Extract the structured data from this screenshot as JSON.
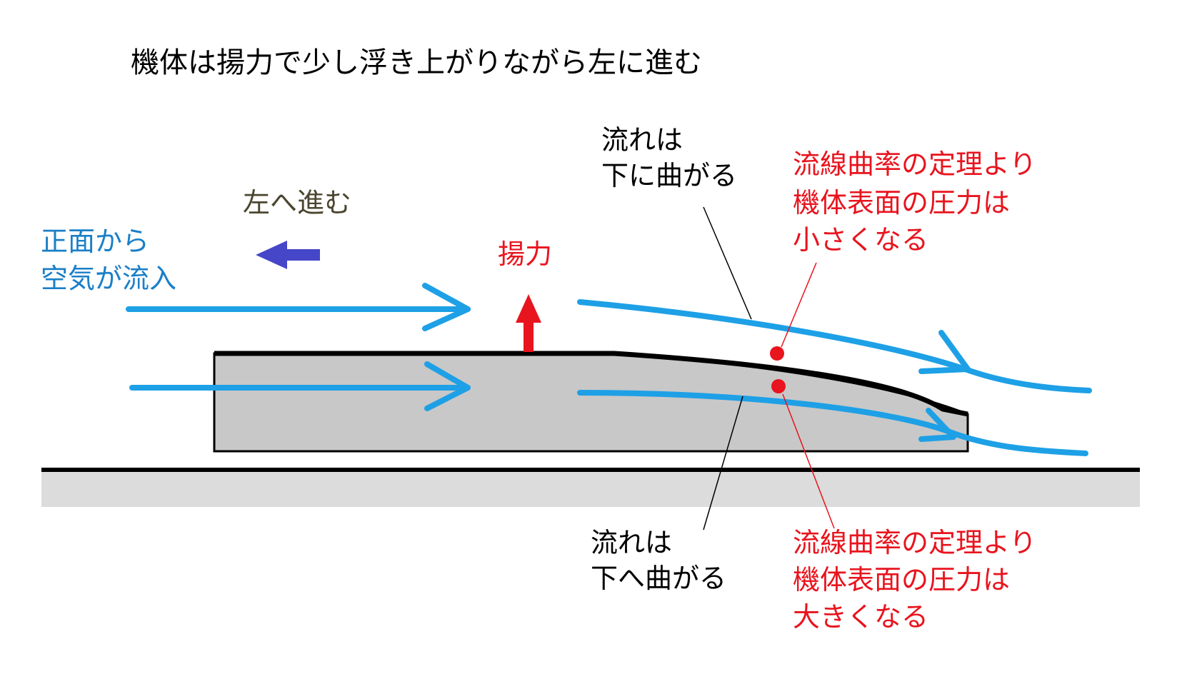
{
  "title": "機体は揚力で少し浮き上がりながら左に進む",
  "labels": {
    "move_left": "左へ進む",
    "inflow_line1": "正面から",
    "inflow_line2": "空気が流入",
    "lift": "揚力",
    "upper_flow_line1": "流れは",
    "upper_flow_line2": "下に曲がる",
    "lower_flow_line1": "流れは",
    "lower_flow_line2": "下へ曲がる",
    "upper_pressure_line1": "流線曲率の定理より",
    "upper_pressure_line2": "機体表面の圧力は",
    "upper_pressure_line3": "小さくなる",
    "lower_pressure_line1": "流線曲率の定理より",
    "lower_pressure_line2": "機体表面の圧力は",
    "lower_pressure_line3": "大きくなる"
  },
  "colors": {
    "flow": "#1ea0e6",
    "lift_arrow": "#e8141e",
    "move_arrow": "#4646c8",
    "body_fill": "#c8c8c8",
    "ground_fill": "#dcdcdc",
    "outline": "#000000",
    "annotation_red": "#e8141e",
    "inflow_text": "#1a7fc8",
    "move_text": "#4b4630"
  }
}
